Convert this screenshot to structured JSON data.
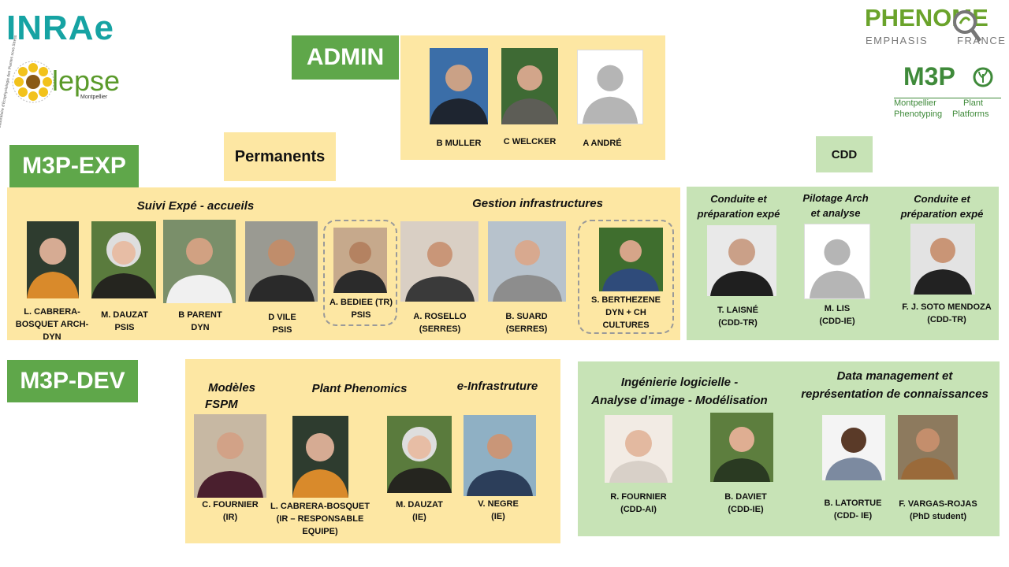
{
  "logos": {
    "inrae": "INRAe",
    "lepse": "lepse",
    "lepse_sub": "Montpellier",
    "lepse_ring": "Laboratoire d'Ecophysiologie des Plantes sous Stress Environnementaux",
    "phenome": "PHENOME",
    "phenome_sub_left": "EMPHASIS",
    "phenome_sub_right": "FRANCE",
    "m3p": "M3P",
    "m3p_line1_a": "Montpellier",
    "m3p_line1_b": "Plant",
    "m3p_line2_a": "Phenotyping",
    "m3p_line2_b": "Platforms"
  },
  "colors": {
    "yellow": "#fde7a3",
    "green_panel": "#c7e3b6",
    "green_header": "#5fa74a",
    "inrae": "#16a3a3",
    "lepse": "#5a9a2a"
  },
  "admin": {
    "title": "ADMIN",
    "people": [
      {
        "name": "B MULLER"
      },
      {
        "name": "C WELCKER"
      },
      {
        "name": "A ANDRÉ"
      }
    ]
  },
  "exp": {
    "title": "M3P-EXP",
    "permanents": "Permanents",
    "cdd": "CDD",
    "suivi": "Suivi Expé - accueils",
    "gestion": "Gestion infrastructures",
    "people": [
      {
        "line1": "L. CABRERA-",
        "line2": "BOSQUET ARCH-",
        "line3": "DYN"
      },
      {
        "line1": "M. DAUZAT",
        "line2": "PSIS",
        "line3": ""
      },
      {
        "line1": "B PARENT",
        "line2": "DYN",
        "line3": ""
      },
      {
        "line1": "D VILE",
        "line2": "PSIS",
        "line3": ""
      },
      {
        "line1": "A. BEDIEE  (TR)",
        "line2": "PSIS",
        "line3": ""
      },
      {
        "line1": "A. ROSELLO",
        "line2": "(SERRES)",
        "line3": ""
      },
      {
        "line1": "B. SUARD",
        "line2": "(SERRES)",
        "line3": ""
      },
      {
        "line1": "S. BERTHEZENE",
        "line2": "DYN + CH",
        "line3": "CULTURES"
      }
    ],
    "cdd_roles": [
      {
        "line1": "Conduite et",
        "line2": "préparation expé"
      },
      {
        "line1": "Pilotage Arch",
        "line2": "et analyse"
      },
      {
        "line1": "Conduite et",
        "line2": "préparation expé"
      }
    ],
    "cdd_people": [
      {
        "line1": "T. LAISNÉ",
        "line2": "(CDD-TR)"
      },
      {
        "line1": "M. LIS",
        "line2": "(CDD-IE)"
      },
      {
        "line1": "F. J. SOTO MENDOZA",
        "line2": "(CDD-TR)"
      }
    ]
  },
  "dev": {
    "title": "M3P-DEV",
    "modeles_1": "Modèles",
    "modeles_2": "FSPM",
    "plant": "Plant Phenomics",
    "einfra": "e-Infrastruture",
    "people": [
      {
        "line1": "C. FOURNIER",
        "line2": "(IR)",
        "line3": ""
      },
      {
        "line1": "L. CABRERA-BOSQUET",
        "line2": "(IR – RESPONSABLE",
        "line3": "EQUIPE)"
      },
      {
        "line1": "M. DAUZAT",
        "line2": "(IE)",
        "line3": ""
      },
      {
        "line1": "V. NEGRE",
        "line2": "(IE)",
        "line3": ""
      }
    ],
    "ing_1": "Ingénierie logicielle -",
    "ing_2": "Analyse d’image - Modélisation",
    "data_1": "Data management et",
    "data_2": "représentation de connaissances",
    "people2": [
      {
        "line1": "R. FOURNIER",
        "line2": "(CDD-AI)"
      },
      {
        "line1": "B. DAVIET",
        "line2": "(CDD-IE)"
      },
      {
        "line1": "B. LATORTUE",
        "line2": "(CDD- IE)"
      },
      {
        "line1": "F. VARGAS-ROJAS",
        "line2": "(PhD student)"
      }
    ]
  }
}
